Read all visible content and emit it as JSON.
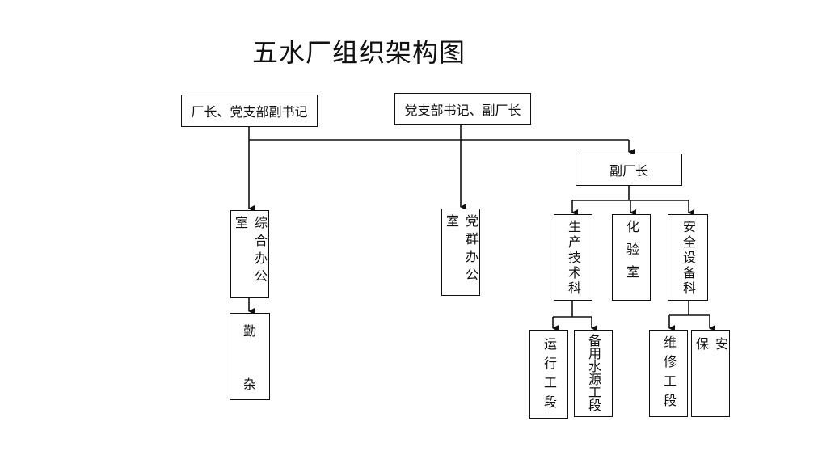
{
  "title": "五水厂组织架构图",
  "nodes": {
    "director": "厂长、党支部副书记",
    "party_secretary": "党支部书记、副厂长",
    "deputy_director": "副厂长",
    "general_office": "综合办公室",
    "party_office": "党群办公室",
    "logistics_top": "勤",
    "logistics_bottom": "杂",
    "production_tech": "生产技术科",
    "lab": "化验室",
    "safety_equipment": "安全设备科",
    "operation": "运行工段",
    "standby_water": "备用水源工段",
    "maintenance": "维修工段",
    "security": "安保"
  },
  "colors": {
    "line": "#111111",
    "background": "#ffffff"
  }
}
